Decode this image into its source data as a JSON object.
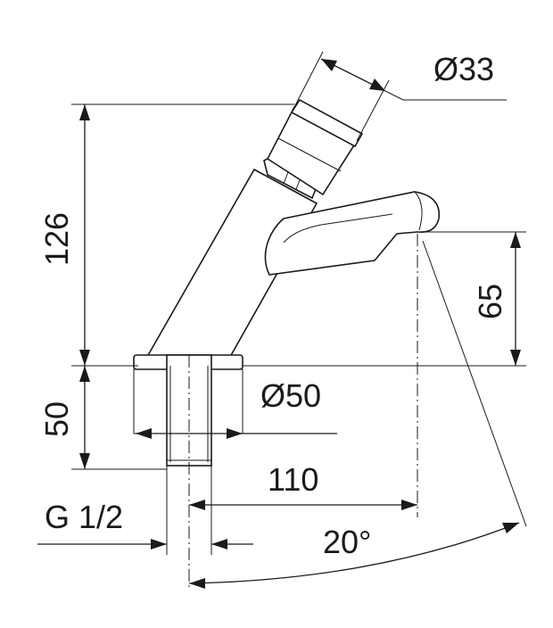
{
  "dimensions": {
    "handle_diameter": "Ø33",
    "total_height": "126",
    "spout_height": "65",
    "base_diameter": "Ø50",
    "shank_length": "50",
    "reach": "110",
    "thread": "G 1/2",
    "angle": "20°"
  }
}
